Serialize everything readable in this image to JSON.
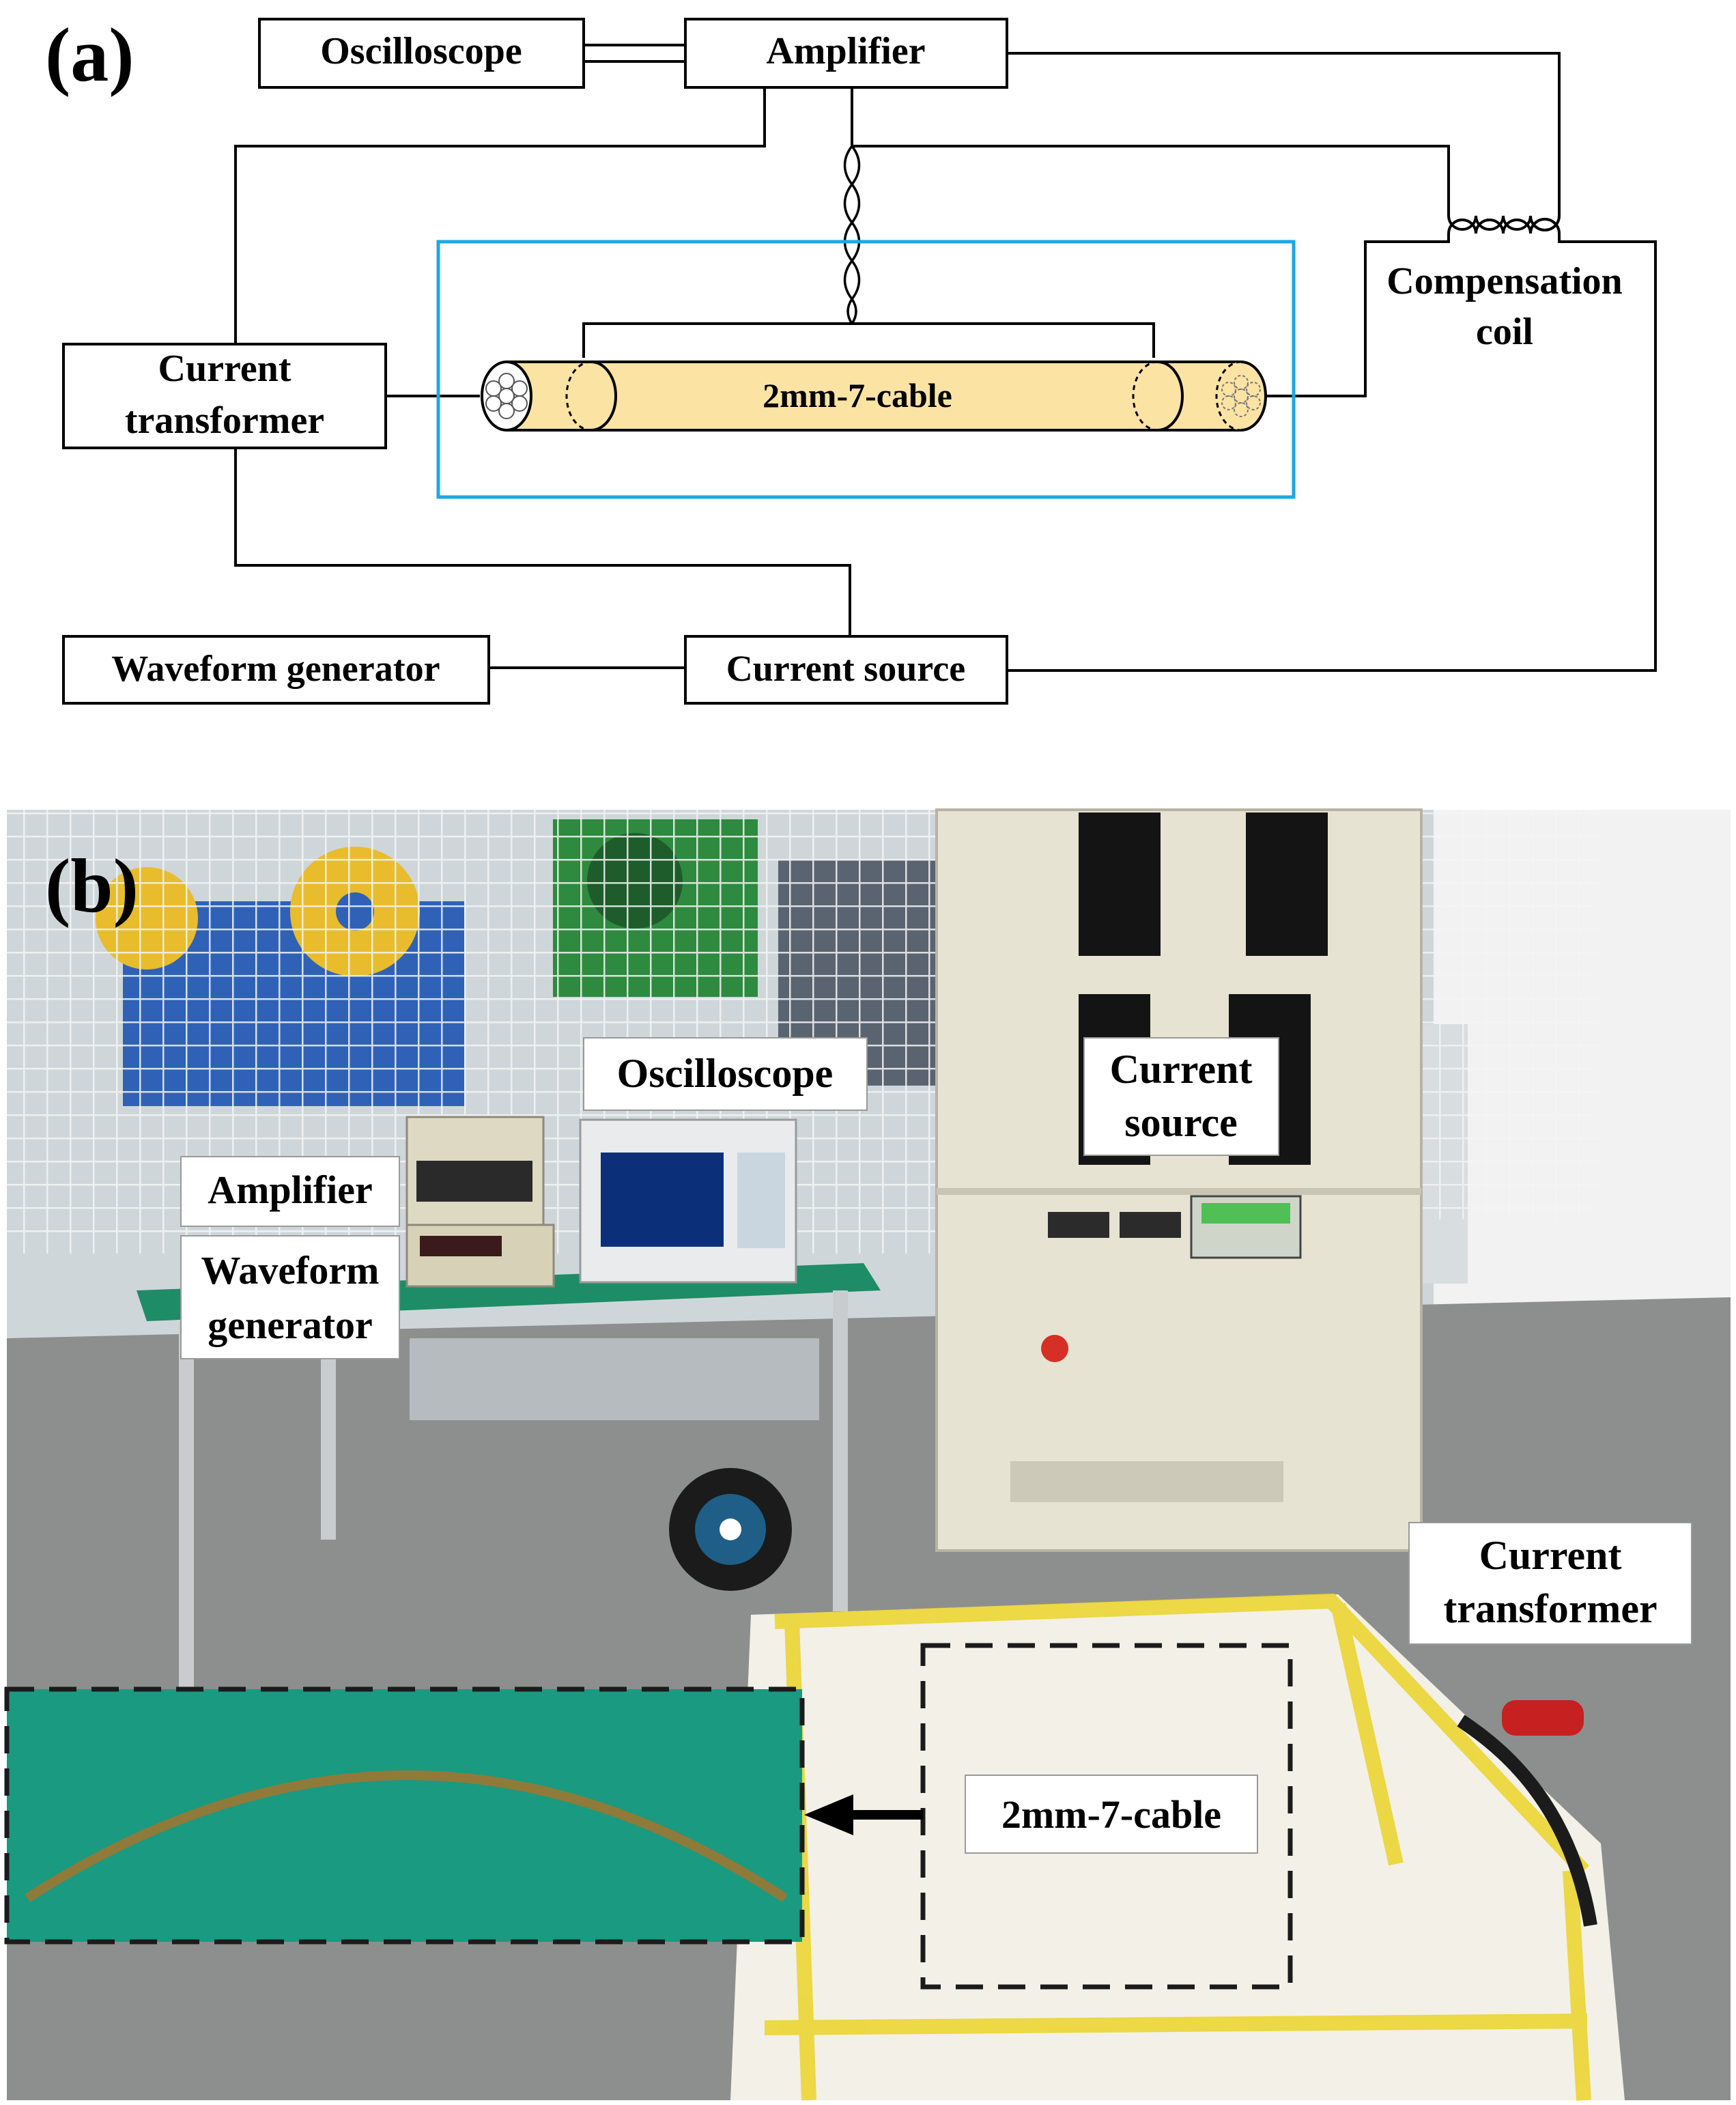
{
  "panel_a": {
    "tag": "(a)",
    "boxes": {
      "oscilloscope": "Oscilloscope",
      "amplifier": "Amplifier",
      "current_transformer": [
        "Current",
        "transformer"
      ],
      "compensation_coil": [
        "Compensation",
        "coil"
      ],
      "waveform_generator": "Waveform generator",
      "current_source": "Current source"
    },
    "cable_label": "2mm-7-cable",
    "colors": {
      "frame": "#1aa9e4",
      "cable_fill": "#fbe3a4",
      "line": "#000000"
    }
  },
  "panel_b": {
    "tag": "(b)",
    "labels": {
      "oscilloscope": "Oscilloscope",
      "current_source": [
        "Current",
        "source"
      ],
      "amplifier": "Amplifier",
      "waveform_generator": [
        "Waveform",
        "generator"
      ],
      "current_transformer": [
        "Current",
        "transformer"
      ],
      "cable": "2mm-7-cable"
    },
    "colors": {
      "floor": "#8d8f8e",
      "cabinet": "#e7e3d3",
      "table_top": "#1e8c67",
      "inset_bg": "#1a9a80",
      "insulation": "#f3f0e8",
      "tape": "#ecd533",
      "wall": "#efefef"
    }
  }
}
